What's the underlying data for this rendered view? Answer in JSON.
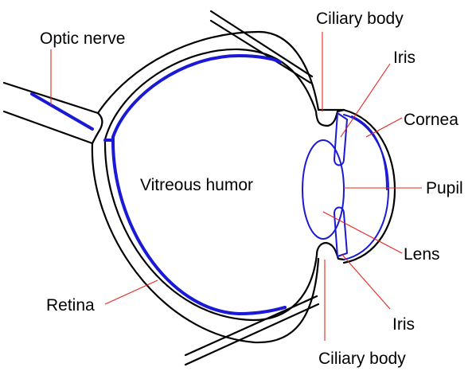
{
  "labels": {
    "optic_nerve": "Optic nerve",
    "ciliary_body_top": "Ciliary body",
    "iris_top": "Iris",
    "cornea": "Cornea",
    "vitreous_humor": "Vitreous humor",
    "pupil": "Pupil",
    "lens": "Lens",
    "retina": "Retina",
    "iris_bottom": "Iris",
    "ciliary_body_bottom": "Ciliary body"
  },
  "colors": {
    "outline": "#000000",
    "inner_structures": "#1a1ad6",
    "leader_lines": "#e8261d",
    "background": "#ffffff"
  }
}
